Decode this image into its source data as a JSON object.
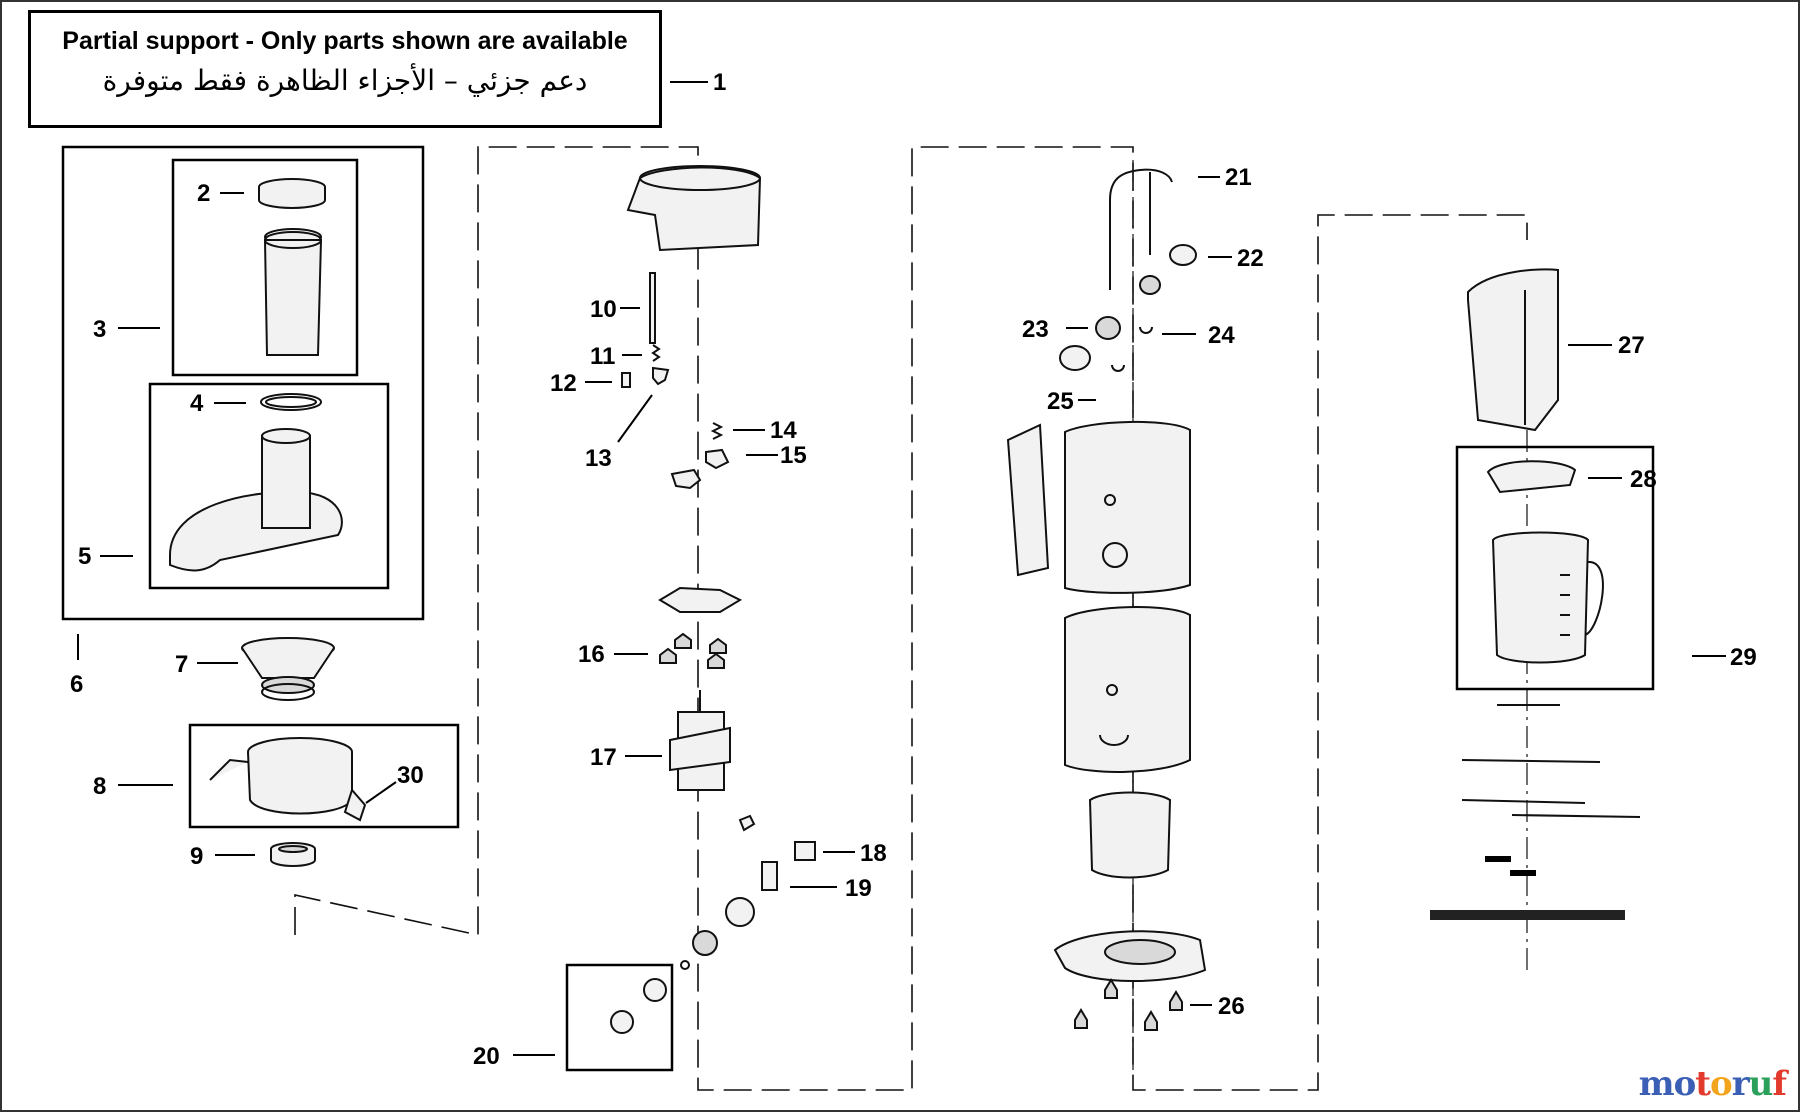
{
  "notice": {
    "english": "Partial support - Only parts shown are available",
    "arabic": "دعم جزئي – الأجزاء الظاهرة فقط متوفرة"
  },
  "callouts": [
    "1",
    "2",
    "3",
    "4",
    "5",
    "6",
    "7",
    "8",
    "9",
    "10",
    "11",
    "12",
    "13",
    "14",
    "15",
    "16",
    "17",
    "18",
    "19",
    "20",
    "21",
    "22",
    "23",
    "24",
    "25",
    "26",
    "27",
    "28",
    "29",
    "30"
  ],
  "watermark": {
    "text": "motoruf",
    "letter_colors": [
      "#3a5fb5",
      "#3a5fb5",
      "#e23a2c",
      "#f2a41c",
      "#3a5fb5",
      "#2aa05a",
      "#e23a2c"
    ]
  },
  "colors": {
    "line": "#111111",
    "fill": "#f2f2f2",
    "shade": "#d9d9d9"
  }
}
